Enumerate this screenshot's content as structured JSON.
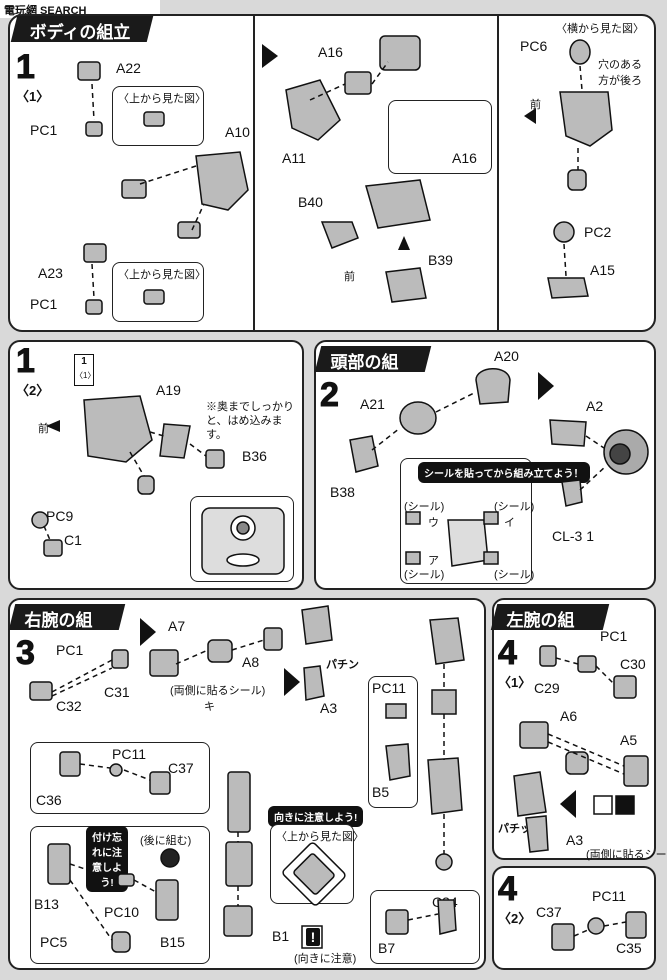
{
  "watermark": "電玩網 SEARCH",
  "sections": {
    "body": {
      "banner": "ボディの組立",
      "step1a": "1",
      "step1a_sub": "〈1〉",
      "step1b": "1",
      "step1b_sub": "〈2〉"
    },
    "head": {
      "banner": "頭部の組立",
      "step": "2"
    },
    "right_arm": {
      "banner": "右腕の組立",
      "step": "3"
    },
    "left_arm": {
      "banner": "左腕の組立",
      "step1": "4",
      "step1_sub": "〈1〉",
      "step2": "4",
      "step2_sub": "〈2〉"
    }
  },
  "labels": {
    "a22": "A22",
    "pc1": "PC1",
    "a10": "A10",
    "a23": "A23",
    "pc1b": "PC1",
    "a16": "A16",
    "a11": "A11",
    "a16b": "A16",
    "b40": "B40",
    "b39": "B39",
    "pc6": "PC6",
    "pc2": "PC2",
    "a15": "A15",
    "a19": "A19",
    "b36": "B36",
    "pc9": "PC9",
    "c1": "C1",
    "a20": "A20",
    "a21": "A21",
    "b38": "B38",
    "a2": "A2",
    "cl3": "CL-3 1",
    "pc1r": "PC1",
    "c31": "C31",
    "c32": "C32",
    "a7": "A7",
    "a8": "A8",
    "a3": "A3",
    "pc11": "PC11",
    "b5": "B5",
    "c34": "C34",
    "b7": "B7",
    "pc11b": "PC11",
    "c37": "C37",
    "c36": "C36",
    "b13": "B13",
    "pc10": "PC10",
    "pc5": "PC5",
    "b15": "B15",
    "b1": "B1",
    "pc1l": "PC1",
    "c30": "C30",
    "c29": "C29",
    "a6": "A6",
    "a5": "A5",
    "a3l": "A3",
    "c37l": "C37",
    "pc11l": "PC11",
    "c35": "C35"
  },
  "notes": {
    "side_view": "〈横から見た図〉",
    "hole_back": "穴のある方が後ろ",
    "top_view_1": "〈上から見た図〉",
    "top_view_2": "〈上から見た図〉",
    "top_view_3": "〈上から見た図〉",
    "mae": "前",
    "mae2": "前",
    "mae3": "前",
    "insert_note": "※奥までしっかりと、はめ込みます。",
    "sticker_note": "シールを貼ってから組み立てよう！",
    "seal": "(シール)",
    "seal_u": "ウ",
    "seal_i": "イ",
    "seal_a": "ア",
    "seal_ki": "キ",
    "both_sides_seal": "(両側に貼るシール)",
    "both_sides_seal_l": "(両側に貼るシール)",
    "pachin": "パチン",
    "pachin2": "パチッ",
    "forget_note": "付け忘れに注意しよう!",
    "orient_note": "向きに注意しよう!",
    "later_assemble": "(後に組む)",
    "orientation_warn": "(向きに注意)",
    "ref_box": "1",
    "ref_box_sub": "〈1〉"
  }
}
